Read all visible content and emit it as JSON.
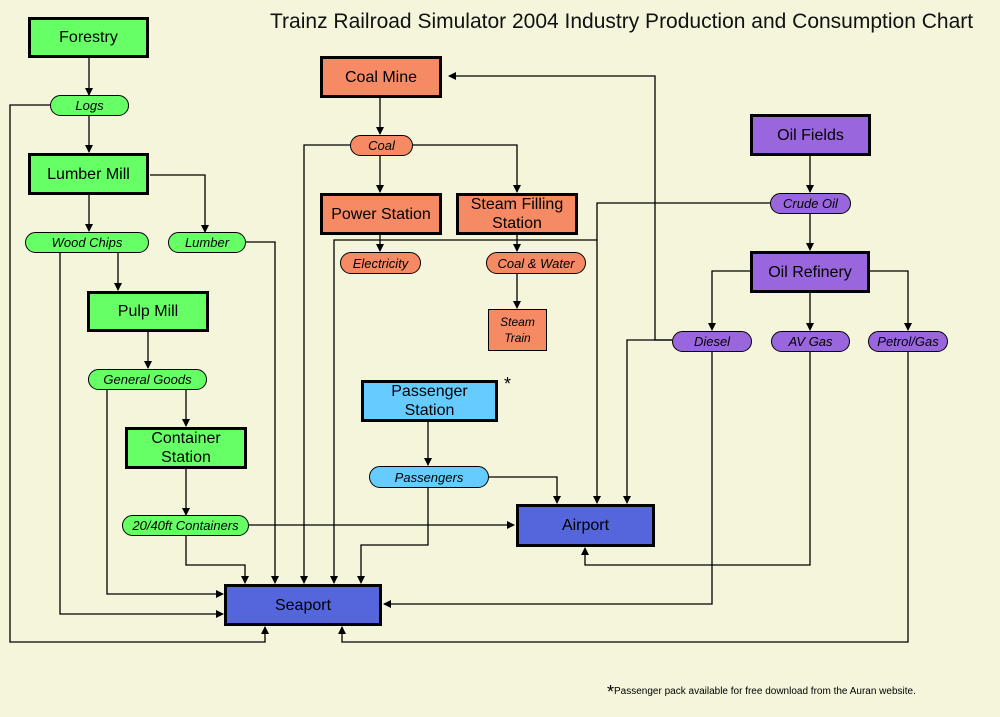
{
  "title": "Trainz Railroad Simulator 2004 Industry Production and Consumption Chart",
  "industries": {
    "forestry": "Forestry",
    "lumber_mill": "Lumber Mill",
    "pulp_mill": "Pulp Mill",
    "container_station": "Container Station",
    "coal_mine": "Coal Mine",
    "power_station": "Power Station",
    "steam_filling_station": "Steam Filling Station",
    "steam_train": "Steam Train",
    "oil_fields": "Oil Fields",
    "oil_refinery": "Oil Refinery",
    "passenger_station": "Passenger Station",
    "airport": "Airport",
    "seaport": "Seaport"
  },
  "products": {
    "logs": "Logs",
    "wood_chips": "Wood Chips",
    "lumber": "Lumber",
    "general_goods": "General Goods",
    "containers": "20/40ft Containers",
    "coal": "Coal",
    "electricity": "Electricity",
    "coal_and_water": "Coal & Water",
    "crude_oil": "Crude Oil",
    "diesel": "Diesel",
    "av_gas": "AV Gas",
    "petrol_gas": "Petrol/Gas",
    "passengers": "Passengers"
  },
  "footnote": {
    "marker": "*",
    "text": "Passenger pack available for free download from the Auran website."
  },
  "colors": {
    "background": "#f5f5dc",
    "forestry_chain": "#66ff66",
    "coal_chain": "#f58a65",
    "oil_chain": "#9966dd",
    "passenger_chain": "#66ccff",
    "ports": "#5566dd"
  }
}
